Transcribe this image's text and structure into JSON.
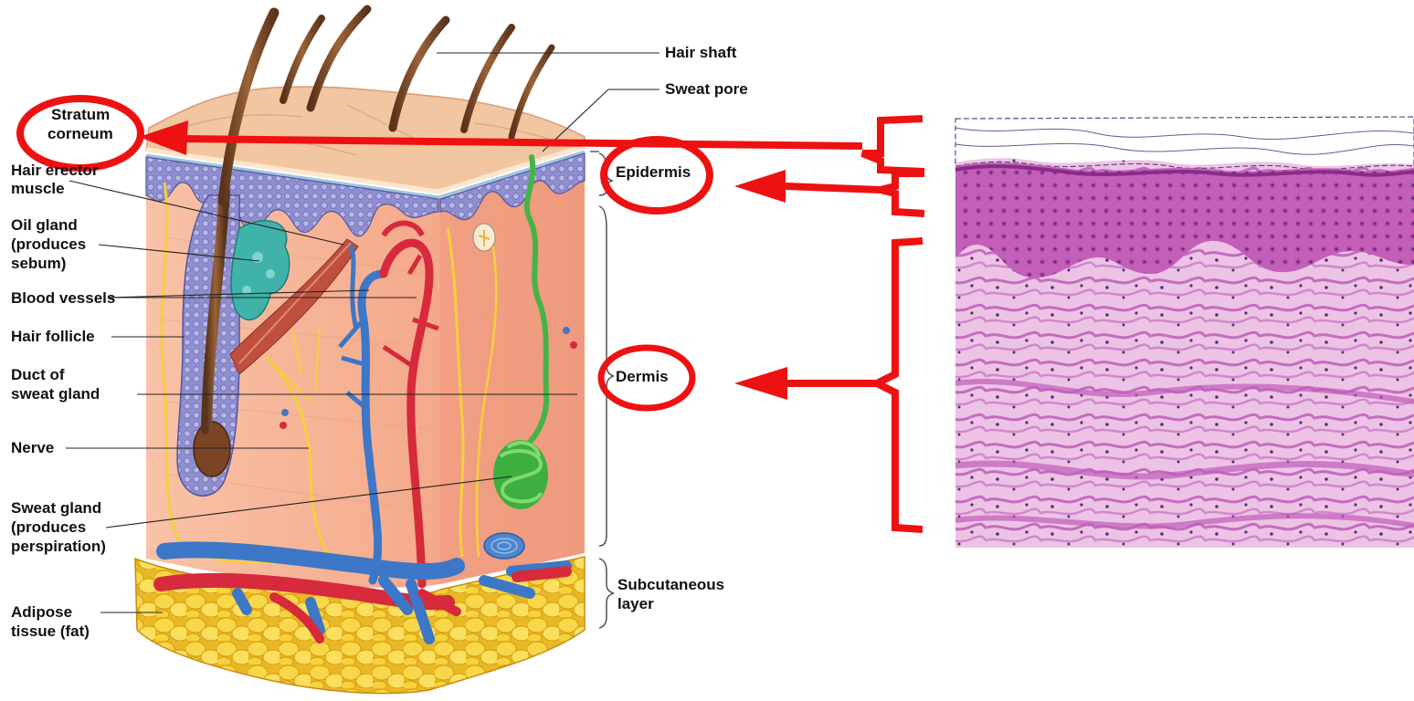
{
  "labels": {
    "hair_shaft": "Hair shaft",
    "sweat_pore": "Sweat pore",
    "stratum_corneum_1": "Stratum",
    "stratum_corneum_2": "corneum",
    "hair_erector_1": "Hair erector",
    "hair_erector_2": "muscle",
    "oil_gland_1": "Oil gland",
    "oil_gland_2": "(produces",
    "oil_gland_3": "sebum)",
    "blood_vessels": "Blood vessels",
    "hair_follicle": "Hair follicle",
    "duct_1": "Duct of",
    "duct_2": "sweat gland",
    "nerve": "Nerve",
    "sweat_gland_1": "Sweat gland",
    "sweat_gland_2": "(produces",
    "sweat_gland_3": "perspiration)",
    "adipose_1": "Adipose",
    "adipose_2": "tissue (fat)",
    "epidermis": "Epidermis",
    "dermis": "Dermis",
    "subcutaneous_1": "Subcutaneous",
    "subcutaneous_2": "layer"
  },
  "colors": {
    "annotation_red": "#ee1111",
    "skin_surface": "#f2c9a4",
    "epidermis_purple": "#8d8ccc",
    "dermis_pink": "#f6b494",
    "adipose_yellow": "#f7d43a",
    "artery_red": "#d8243a",
    "vein_blue": "#3f79c9",
    "sweat_gland_green": "#4ebd4a",
    "oil_gland_teal": "#3fb0a8",
    "hair_brown": "#7a4a2a",
    "histology_pink": "#e3a9d8",
    "histology_purple": "#b04aa8"
  }
}
